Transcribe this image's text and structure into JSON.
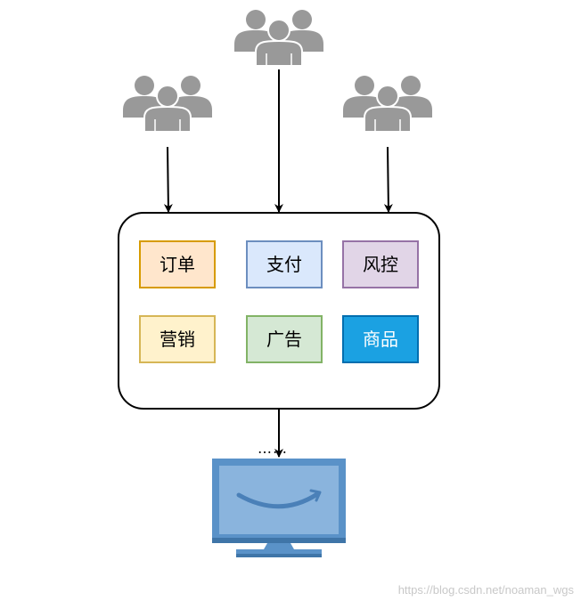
{
  "diagram": {
    "modules": [
      {
        "label": "订单",
        "fill": "#ffe6cc",
        "stroke": "#d79b00",
        "text_color": "#000000"
      },
      {
        "label": "支付",
        "fill": "#dae8fc",
        "stroke": "#6c8ebf",
        "text_color": "#000000"
      },
      {
        "label": "风控",
        "fill": "#e1d5e7",
        "stroke": "#9673a6",
        "text_color": "#000000"
      },
      {
        "label": "营销",
        "fill": "#fff2cc",
        "stroke": "#d6b656",
        "text_color": "#000000"
      },
      {
        "label": "广告",
        "fill": "#d5e8d4",
        "stroke": "#82b366",
        "text_color": "#000000"
      },
      {
        "label": "商品",
        "fill": "#1ba1e2",
        "stroke": "#006eaf",
        "text_color": "#ffffff"
      }
    ],
    "user_group_icon": "users-group-icon",
    "monitor_icon": "amazon-monitor-icon",
    "ellipsis": "……",
    "colors": {
      "users": "#999999",
      "container_stroke": "#000000",
      "monitor_blue": "#5a92c8",
      "monitor_screen": "#8ab4dd",
      "monitor_dark": "#3f75a8",
      "arrow": "#000000"
    }
  },
  "watermark": "https://blog.csdn.net/noaman_wgs"
}
